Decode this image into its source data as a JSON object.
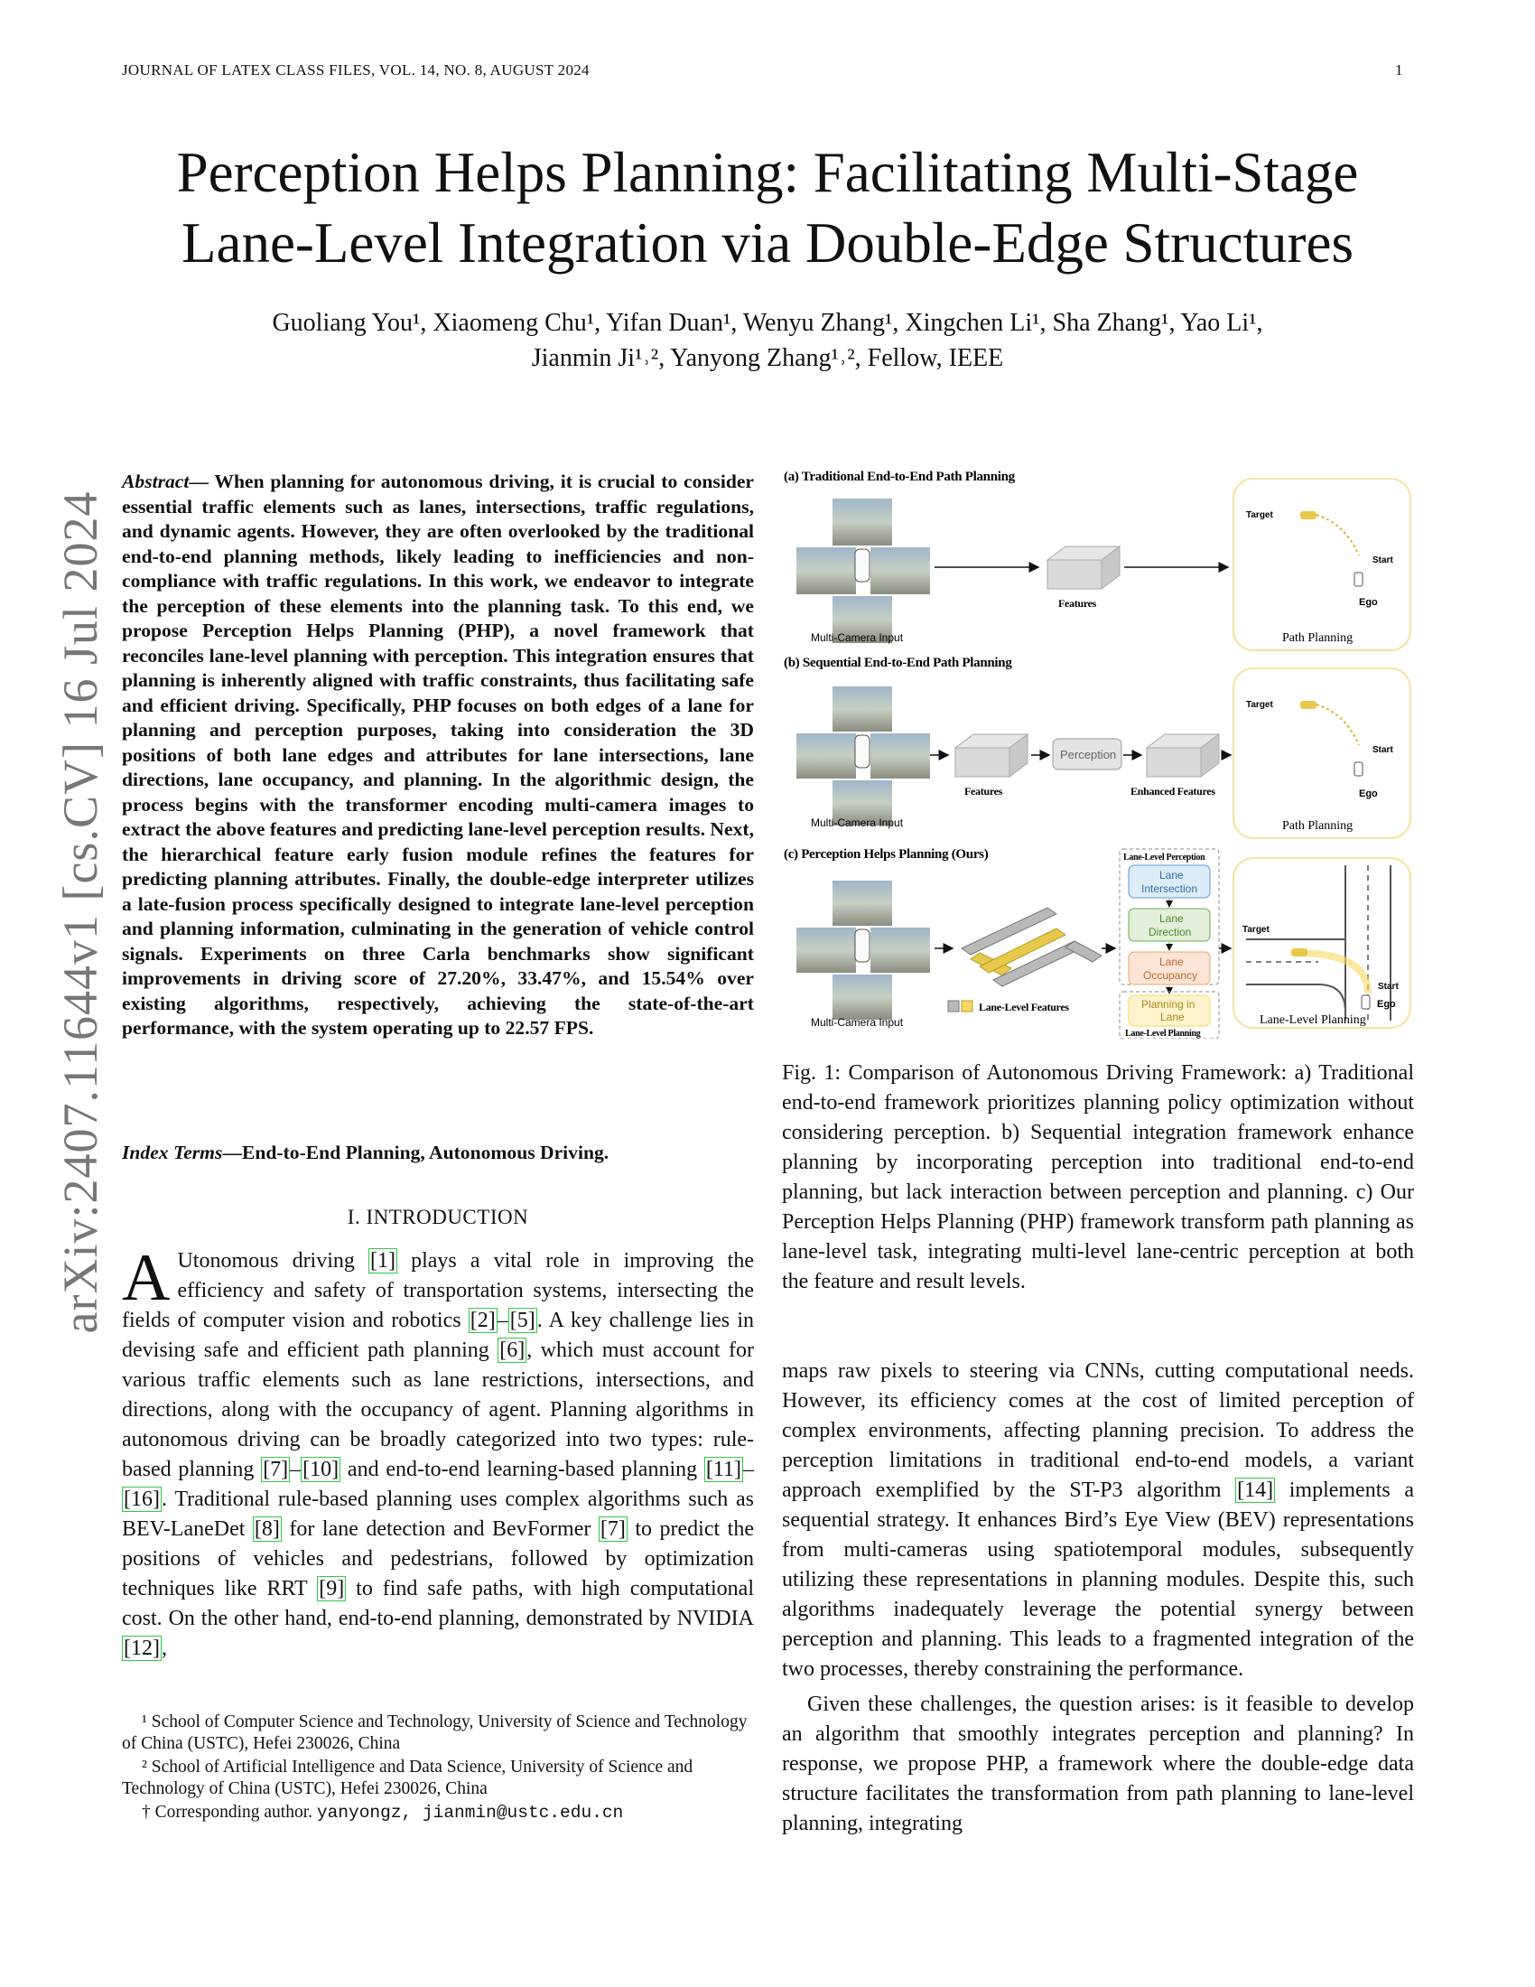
{
  "header": {
    "journal": "JOURNAL OF LATEX CLASS FILES, VOL. 14, NO. 8, AUGUST 2024",
    "page_number": "1"
  },
  "arxiv_id": "arXiv:2407.11644v1  [cs.CV]  16 Jul 2024",
  "title": {
    "line1": "Perception Helps Planning: Facilitating Multi-Stage",
    "line2": "Lane-Level Integration via Double-Edge Structures"
  },
  "authors": {
    "line1": "Guoliang You¹, Xiaomeng Chu¹, Yifan Duan¹, Wenyu Zhang¹, Xingchen Li¹, Sha Zhang¹, Yao Li¹,",
    "line2": "Jianmin Ji¹˒², Yanyong Zhang¹˒², Fellow, IEEE"
  },
  "abstract": {
    "lead": "Abstract",
    "text": "— When planning for autonomous driving, it is crucial to consider essential traffic elements such as lanes, intersections, traffic regulations, and dynamic agents. However, they are often overlooked by the traditional end-to-end planning methods, likely leading to inefficiencies and non-compliance with traffic regulations. In this work, we endeavor to integrate the perception of these elements into the planning task. To this end, we propose Perception Helps Planning (PHP), a novel framework that reconciles lane-level planning with perception. This integration ensures that planning is inherently aligned with traffic constraints, thus facilitating safe and efficient driving. Specifically, PHP focuses on both edges of a lane for planning and perception purposes, taking into consideration the 3D positions of both lane edges and attributes for lane intersections, lane directions, lane occupancy, and planning. In the algorithmic design, the process begins with the transformer encoding multi-camera images to extract the above features and predicting lane-level perception results. Next, the hierarchical feature early fusion module refines the features for predicting planning attributes. Finally, the double-edge interpreter utilizes a late-fusion process specifically designed to integrate lane-level perception and planning information, culminating in the generation of vehicle control signals. Experiments on three Carla benchmarks show significant improvements in driving score of 27.20%, 33.47%, and 15.54% over existing algorithms, respectively, achieving the state-of-the-art performance, with the system operating up to 22.57 FPS."
  },
  "index_terms": {
    "lead": "Index Terms",
    "text": "—End-to-End Planning, Autonomous Driving."
  },
  "section": "I. INTRODUCTION",
  "intro": {
    "dropcap": "A",
    "t1": "Utonomous driving ",
    "c1": "[1]",
    "t2": " plays a vital role in improving the efficiency and safety of transportation systems, intersecting the fields of computer vision and robotics ",
    "c2": "[2]",
    "t3": "–",
    "c3": "[5]",
    "t4": ". A key challenge lies in devising safe and efficient path planning ",
    "c4": "[6]",
    "t5": ", which must account for various traffic elements such as lane restrictions, intersections, and directions, along with the occupancy of agent. Planning algorithms in autonomous driving can be broadly categorized into two types: rule-based planning ",
    "c5": "[7]",
    "t6": "–",
    "c6": "[10]",
    "t7": " and end-to-end learning-based planning ",
    "c7": "[11]",
    "t8": "–",
    "c8": "[16]",
    "t9": ". Traditional rule-based planning uses complex algorithms such as BEV-LaneDet ",
    "c9": "[8]",
    "t10": " for lane detection and BevFormer ",
    "c10": "[7]",
    "t11": " to predict the positions of vehicles and pedestrians, followed by optimization techniques like RRT ",
    "c11": "[9]",
    "t12": " to find safe paths, with high computational cost. On the other hand, end-to-end planning, demonstrated by NVIDIA ",
    "c12": "[12]",
    "t13": ","
  },
  "footnotes": {
    "f1": "¹ School of Computer Science and Technology, University of Science and Technology of China (USTC), Hefei 230026, China",
    "f2": "² School of Artificial Intelligence and Data Science, University of Science and Technology of China (USTC), Hefei 230026, China",
    "f3_lead": "† Corresponding author. ",
    "f3_mono": "yanyongz, jianmin@ustc.edu.cn"
  },
  "figure": {
    "panel_a": "(a) Traditional End-to-End Path Planning",
    "panel_b": "(b) Sequential End-to-End Path Planning",
    "panel_c": "(c) Perception Helps Planning (Ours)",
    "multi_camera": "Multi-Camera Input",
    "features": "Features",
    "perception": "Perception",
    "enhanced_features": "Enhanced Features",
    "lane_level_features": "Lane-Level Features",
    "path_planning": "Path Planning",
    "lane_level_planning": "Lane-Level Planning",
    "target": "Target",
    "start": "Start",
    "ego": "Ego",
    "llp_title": "Lane-Level Perception",
    "lane_intersection_1": "Lane",
    "lane_intersection_2": "Intersection",
    "lane_direction_1": "Lane",
    "lane_direction_2": "Direction",
    "lane_occupancy_1": "Lane",
    "lane_occupancy_2": "Occupancy",
    "planning_in_lane_1": "Planning in",
    "planning_in_lane_2": "Lane",
    "llplan_title": "Lane-Level Planning",
    "colors": {
      "blue": "#5b9bd5",
      "green": "#70ad47",
      "orange": "#f4a460",
      "yellow": "#f6d860",
      "panel_border": "#f3e2a0"
    }
  },
  "caption": "Fig. 1: Comparison of Autonomous Driving Framework: a) Traditional end-to-end framework prioritizes planning policy optimization without considering perception. b) Sequential integration framework enhance planning by incorporating perception into traditional end-to-end planning, but lack interaction between perception and planning. c) Our Perception Helps Planning (PHP) framework transform path planning as lane-level task, integrating multi-level lane-centric perception at both the feature and result levels.",
  "right_col": {
    "p1_t1": "maps raw pixels to steering via CNNs, cutting computational needs. However, its efficiency comes at the cost of limited perception of complex environments, affecting planning precision. To address the perception limitations in traditional end-to-end models, a variant approach exemplified by the ST-P3 algorithm ",
    "p1_c1": "[14]",
    "p1_t2": " implements a sequential strategy. It enhances Bird’s Eye View (BEV) representations from multi-cameras using spatiotemporal modules, subsequently utilizing these representations in planning modules. Despite this, such algorithms inadequately leverage the potential synergy between perception and planning. This leads to a fragmented integration of the two processes, thereby constraining the performance.",
    "p2": "Given these challenges, the question arises: is it feasible to develop an algorithm that smoothly integrates perception and planning? In response, we propose PHP, a framework where the double-edge data structure facilitates the transformation from path planning to lane-level planning, integrating"
  }
}
